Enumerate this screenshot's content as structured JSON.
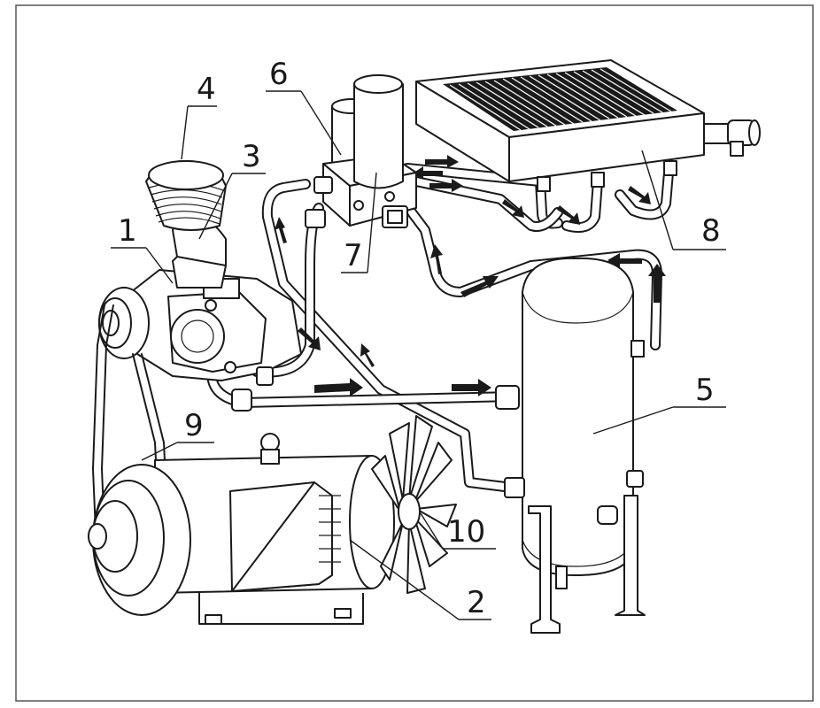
{
  "callouts": [
    {
      "id": "1",
      "text": "1"
    },
    {
      "id": "2",
      "text": "2"
    },
    {
      "id": "3",
      "text": "3"
    },
    {
      "id": "4",
      "text": "4"
    },
    {
      "id": "5",
      "text": "5"
    },
    {
      "id": "6",
      "text": "6"
    },
    {
      "id": "7",
      "text": "7"
    },
    {
      "id": "8",
      "text": "8"
    },
    {
      "id": "9",
      "text": "9"
    },
    {
      "id": "10",
      "text": "10"
    }
  ],
  "colors": {
    "line": "#1a1a1a",
    "fill": "#ffffff",
    "frame": "#555555"
  }
}
